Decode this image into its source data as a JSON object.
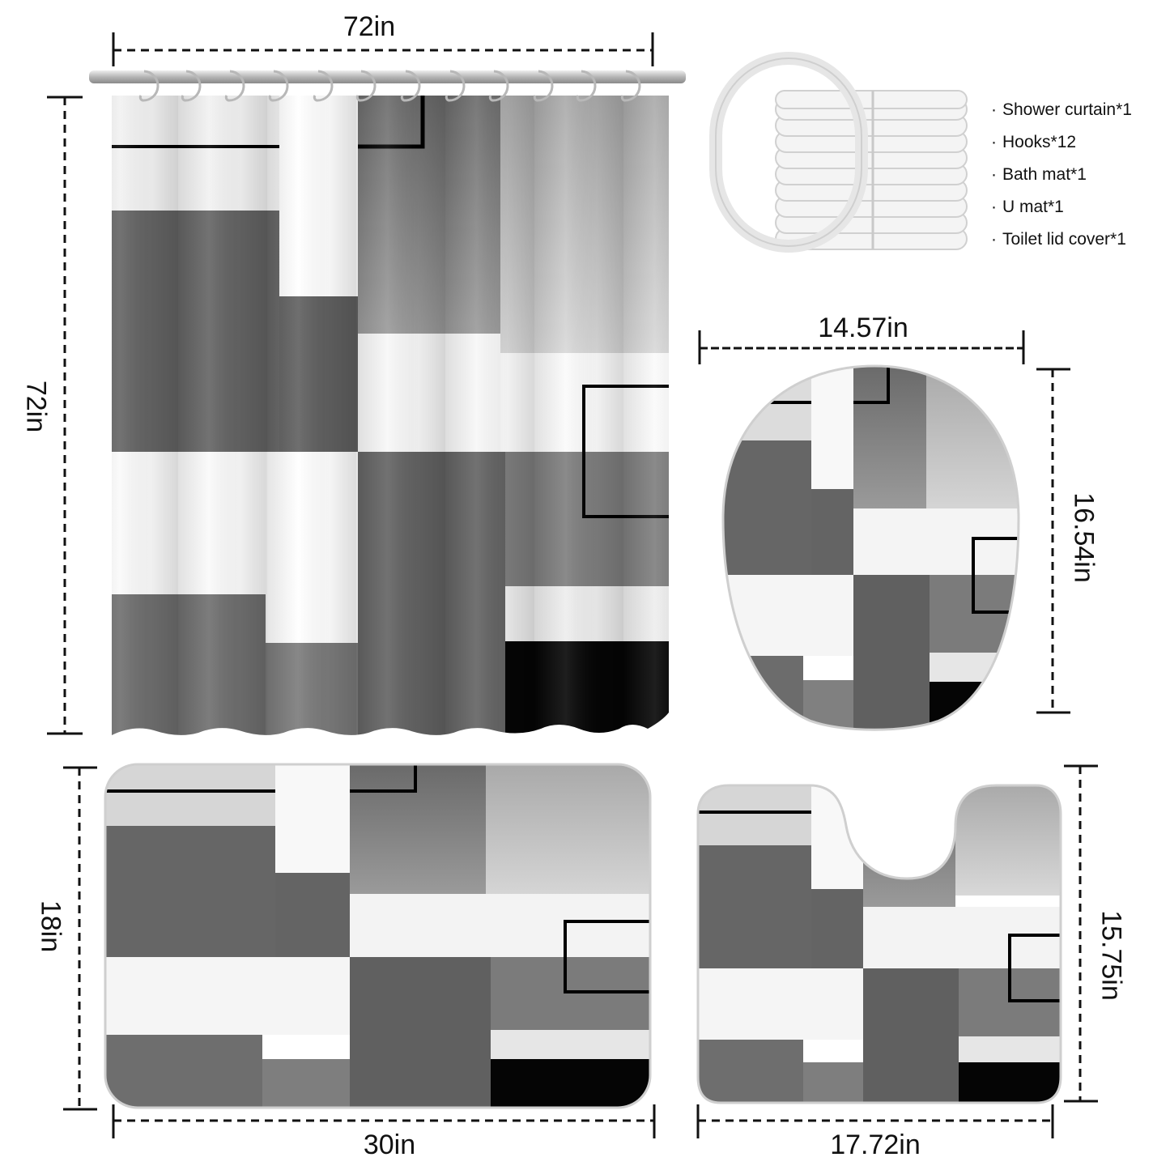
{
  "dimensions": {
    "curtain_width": "72in",
    "curtain_height": "72in",
    "lid_width": "14.57in",
    "lid_height": "16.54in",
    "bathmat_height": "18in",
    "bathmat_width": "30in",
    "umat_height": "15.75in",
    "umat_width": "17.72in"
  },
  "package_contents": [
    "Shower curtain*1",
    "Hooks*12",
    "Bath mat*1",
    "U mat*1",
    "Toilet lid cover*1"
  ],
  "colors": {
    "dark_gray": "#616161",
    "mid_gray": "#7c7c7c",
    "light_gray": "#bdbdbd",
    "white": "#f5f5f5",
    "black": "#050505",
    "rod": "#c9c9c9"
  },
  "icons": [
    "curtain-hook-icon",
    "hook-ring-stack-icon"
  ]
}
